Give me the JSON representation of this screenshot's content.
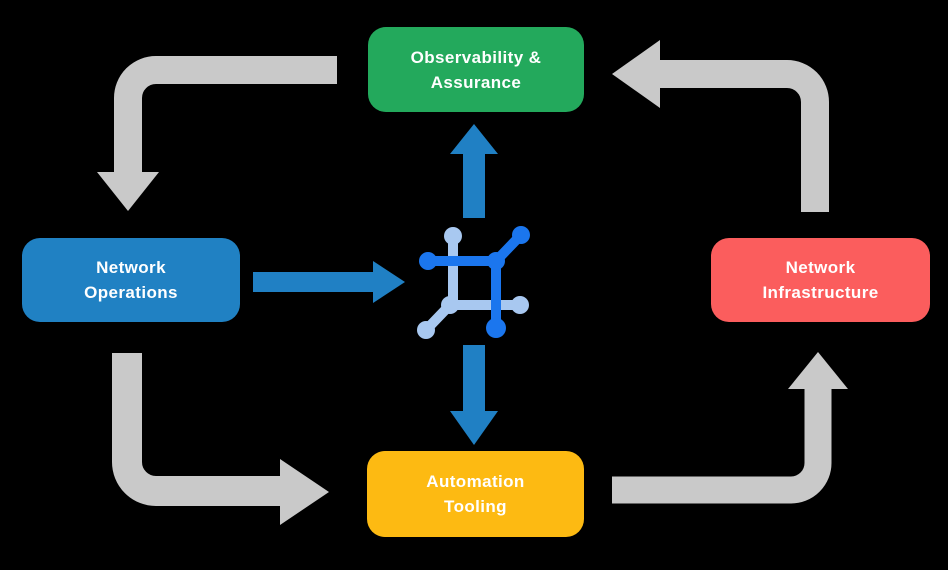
{
  "diagram": {
    "title": "network automation cycle",
    "background": "#000000",
    "boxes": [
      {
        "id": "observability-assurance",
        "lines": [
          "Observability &",
          "Assurance"
        ],
        "color": "#23a95c",
        "text_color": "#ffffff"
      },
      {
        "id": "network-operations",
        "lines": [
          "Network",
          "Operations"
        ],
        "color": "#2081c3",
        "text_color": "#ffffff"
      },
      {
        "id": "network-infrastructure",
        "lines": [
          "Network",
          "Infrastructure"
        ],
        "color": "#fb5d5d",
        "text_color": "#ffffff"
      },
      {
        "id": "automation-tooling",
        "lines": [
          "Automation",
          "Tooling"
        ],
        "color": "#fdba12",
        "text_color": "#ffffff"
      }
    ],
    "colors": {
      "cycle_arrow_gray": "#c9c9c9",
      "flow_arrow_blue": "#2080c4",
      "icon_dark_blue": "#1b76ee",
      "icon_light_blue": "#a8c8f0"
    },
    "icons": {
      "center": "network-automation-hub-icon"
    }
  }
}
